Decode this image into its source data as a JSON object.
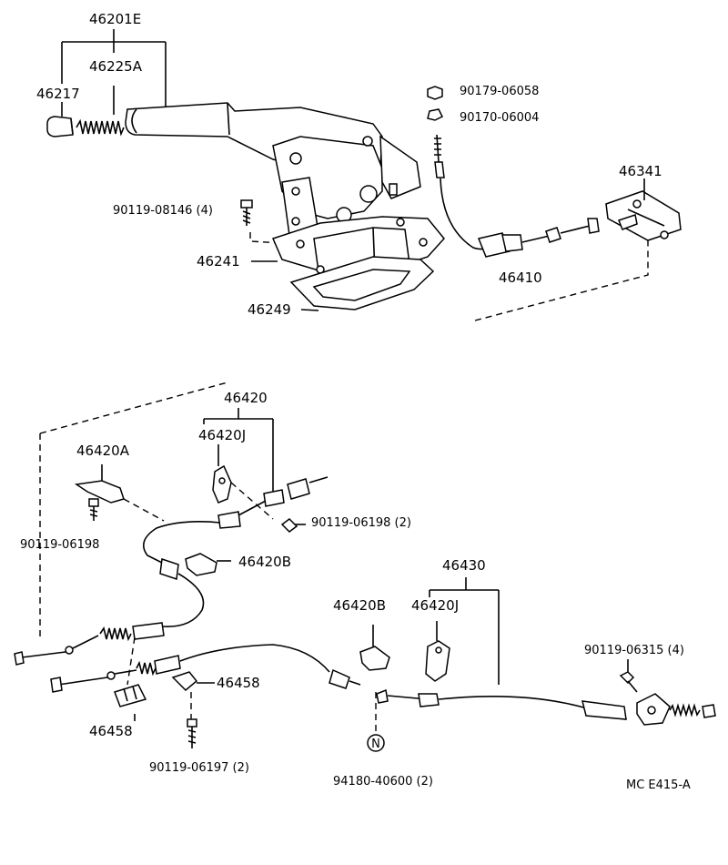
{
  "labels": {
    "p46201E": "46201E",
    "p46225A": "46225A",
    "p46217": "46217",
    "p90179": "90179-06058",
    "p90170": "90170-06004",
    "p46341": "46341",
    "p90119_08146": "90119-08146 (4)",
    "p46241": "46241",
    "p46249": "46249",
    "p46410": "46410",
    "p46420": "46420",
    "p46420J_a": "46420J",
    "p46420A": "46420A",
    "p90119_06198a": "90119-06198 (2)",
    "p90119_06198b": "90119-06198",
    "p46420B_a": "46420B",
    "p46430": "46430",
    "p46420B_b": "46420B",
    "p46420J_b": "46420J",
    "p90119_06315": "90119-06315 (4)",
    "p46458_a": "46458",
    "p46458_b": "46458",
    "p90119_06197": "90119-06197 (2)",
    "p94180": "94180-40600 (2)",
    "n_mark": "N",
    "figure_code": "MC  E415-A"
  }
}
